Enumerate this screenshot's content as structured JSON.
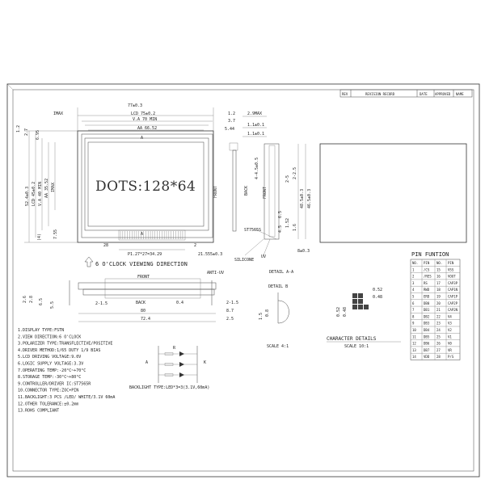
{
  "revision_header": [
    "REV",
    "REVISION RECORD",
    "DATE",
    "APPROVED",
    "NAME"
  ],
  "front_view": {
    "dims": {
      "outline": "77±0.3",
      "lcd": "LCD 75±0.2",
      "va": "V.A 70 MIN",
      "aa": "AA 66.52",
      "imax": "IMAX",
      "r1_2": "1.2",
      "r3_7": "3.7",
      "r5_44": "5.44",
      "l1_2": "1.2",
      "l2_7": "2.7",
      "l6_95": "6.95",
      "h_outline": "52.4±0.3",
      "h_lcd": "LCD 45±0.2",
      "h_va": "V.A 40 MIN",
      "h_aa": "AA 35.52",
      "h_imax": "IMAX",
      "h_755": "7.55",
      "h_4": "(4)",
      "pin28": "28",
      "pitch": "P1.27*27=34.29",
      "bot_2": "2",
      "bot_21": "21.555±0.3",
      "marker_a": "A"
    },
    "dots_label": "DOTS:128*64",
    "viewing_direction": "6 O'CLOCK VIEWING DIRECTION"
  },
  "side_view": {
    "label_front": "FRONT",
    "label_back": "BACK",
    "dim_4_5": "4-4.5±0.5",
    "dim_2_5": "2-5",
    "dim_2max": "2.9MAX",
    "dim_11a": "1.1±0.1",
    "dim_11b": "1.1±0.1",
    "dim_225": "2-2.5",
    "dim_47": "48.5±0.3",
    "dim_46": "46.5±0.3",
    "dim_152": "1.52",
    "dim_16": "1.6",
    "dim_45": "4.5",
    "dim_65": "6.5",
    "dim_br": "8±0.3",
    "chip": "ST7565S",
    "silicone": "SILICONE",
    "uv": "UV",
    "detail_aa": "DETAIL A-A"
  },
  "bottom_view": {
    "front": "FRONT",
    "back": "BACK",
    "anti_uv": "ANTI-UV",
    "d_26": "2.6",
    "d_28": "2.8",
    "d_65": "6.5",
    "d_55": "5.5",
    "d_215": "2-1.5",
    "d_80": "80",
    "d_724": "72.4",
    "d_04": "0.4",
    "d_87": "8.7",
    "d_25": "2.5",
    "d_2min": "2-1.5"
  },
  "detail_b": {
    "title": "DETAIL B",
    "scale": "SCALE 4:1",
    "d1": "1.5",
    "d2": "0.8"
  },
  "character_details": {
    "title": "CHARACTER DETAILS",
    "scale": "SCALE 10:1",
    "d1": "0.52",
    "d2": "0.48",
    "d3": "0.52",
    "d4": "0.48"
  },
  "notes": [
    "1.DISPLAY TYPE:FSTN",
    "2.VIEW DIRECTION:6 O'CLOCK",
    "3.POLARIZER TYPE:TRANSFLECTIVE/POSITIVE",
    "4.DRIVER METHOD:1/65 DUTY 1/9 BIAS",
    "5.LCD DRIVING VOLTAGE:9.0V",
    "6.LOGIC SUPPLY VOLTAGE:3.3V",
    "7.OPERATING TEMP:-20°C~+70°C",
    "8.STORAGE TEMP:-30°C~+80°C",
    "9.CONTROLLER/DRIVER IC:ST7565R",
    "10.CONNECTOR TYPE:ZOC+PIN",
    "11.BACKLIGHT:3 PCS /LED/ WHITE/3.1V 60mA",
    "12.OTHER TOLERANCE:±0.2mm",
    "13.ROHS COMPLIANT"
  ],
  "backlight": {
    "label": "BACKLIGHT TYPE:LED*3=3(3.1V,60mA)",
    "a": "A",
    "k": "K",
    "r": "R"
  },
  "pin_function": {
    "title": "PIN FUNTION",
    "headers": [
      "NO.",
      "PIN",
      "NO.",
      "PIN"
    ],
    "rows": [
      [
        "1",
        "/CS",
        "15",
        "VSS"
      ],
      [
        "2",
        "/RES",
        "16",
        "VOUT"
      ],
      [
        "3",
        "RS",
        "17",
        "CAP3P"
      ],
      [
        "4",
        "RWD",
        "18",
        "CAP1N"
      ],
      [
        "5",
        "ERD",
        "19",
        "CAP1P"
      ],
      [
        "6",
        "DB0",
        "20",
        "CAP2P"
      ],
      [
        "7",
        "DB1",
        "21",
        "CAP2N"
      ],
      [
        "8",
        "DB2",
        "22",
        "V4"
      ],
      [
        "9",
        "DB3",
        "23",
        "V3"
      ],
      [
        "10",
        "DB4",
        "24",
        "V2"
      ],
      [
        "11",
        "DB5",
        "25",
        "V1"
      ],
      [
        "12",
        "DB6",
        "26",
        "V0"
      ],
      [
        "13",
        "DB7",
        "27",
        "VR"
      ],
      [
        "14",
        "VDD",
        "28",
        "P/S"
      ]
    ]
  }
}
